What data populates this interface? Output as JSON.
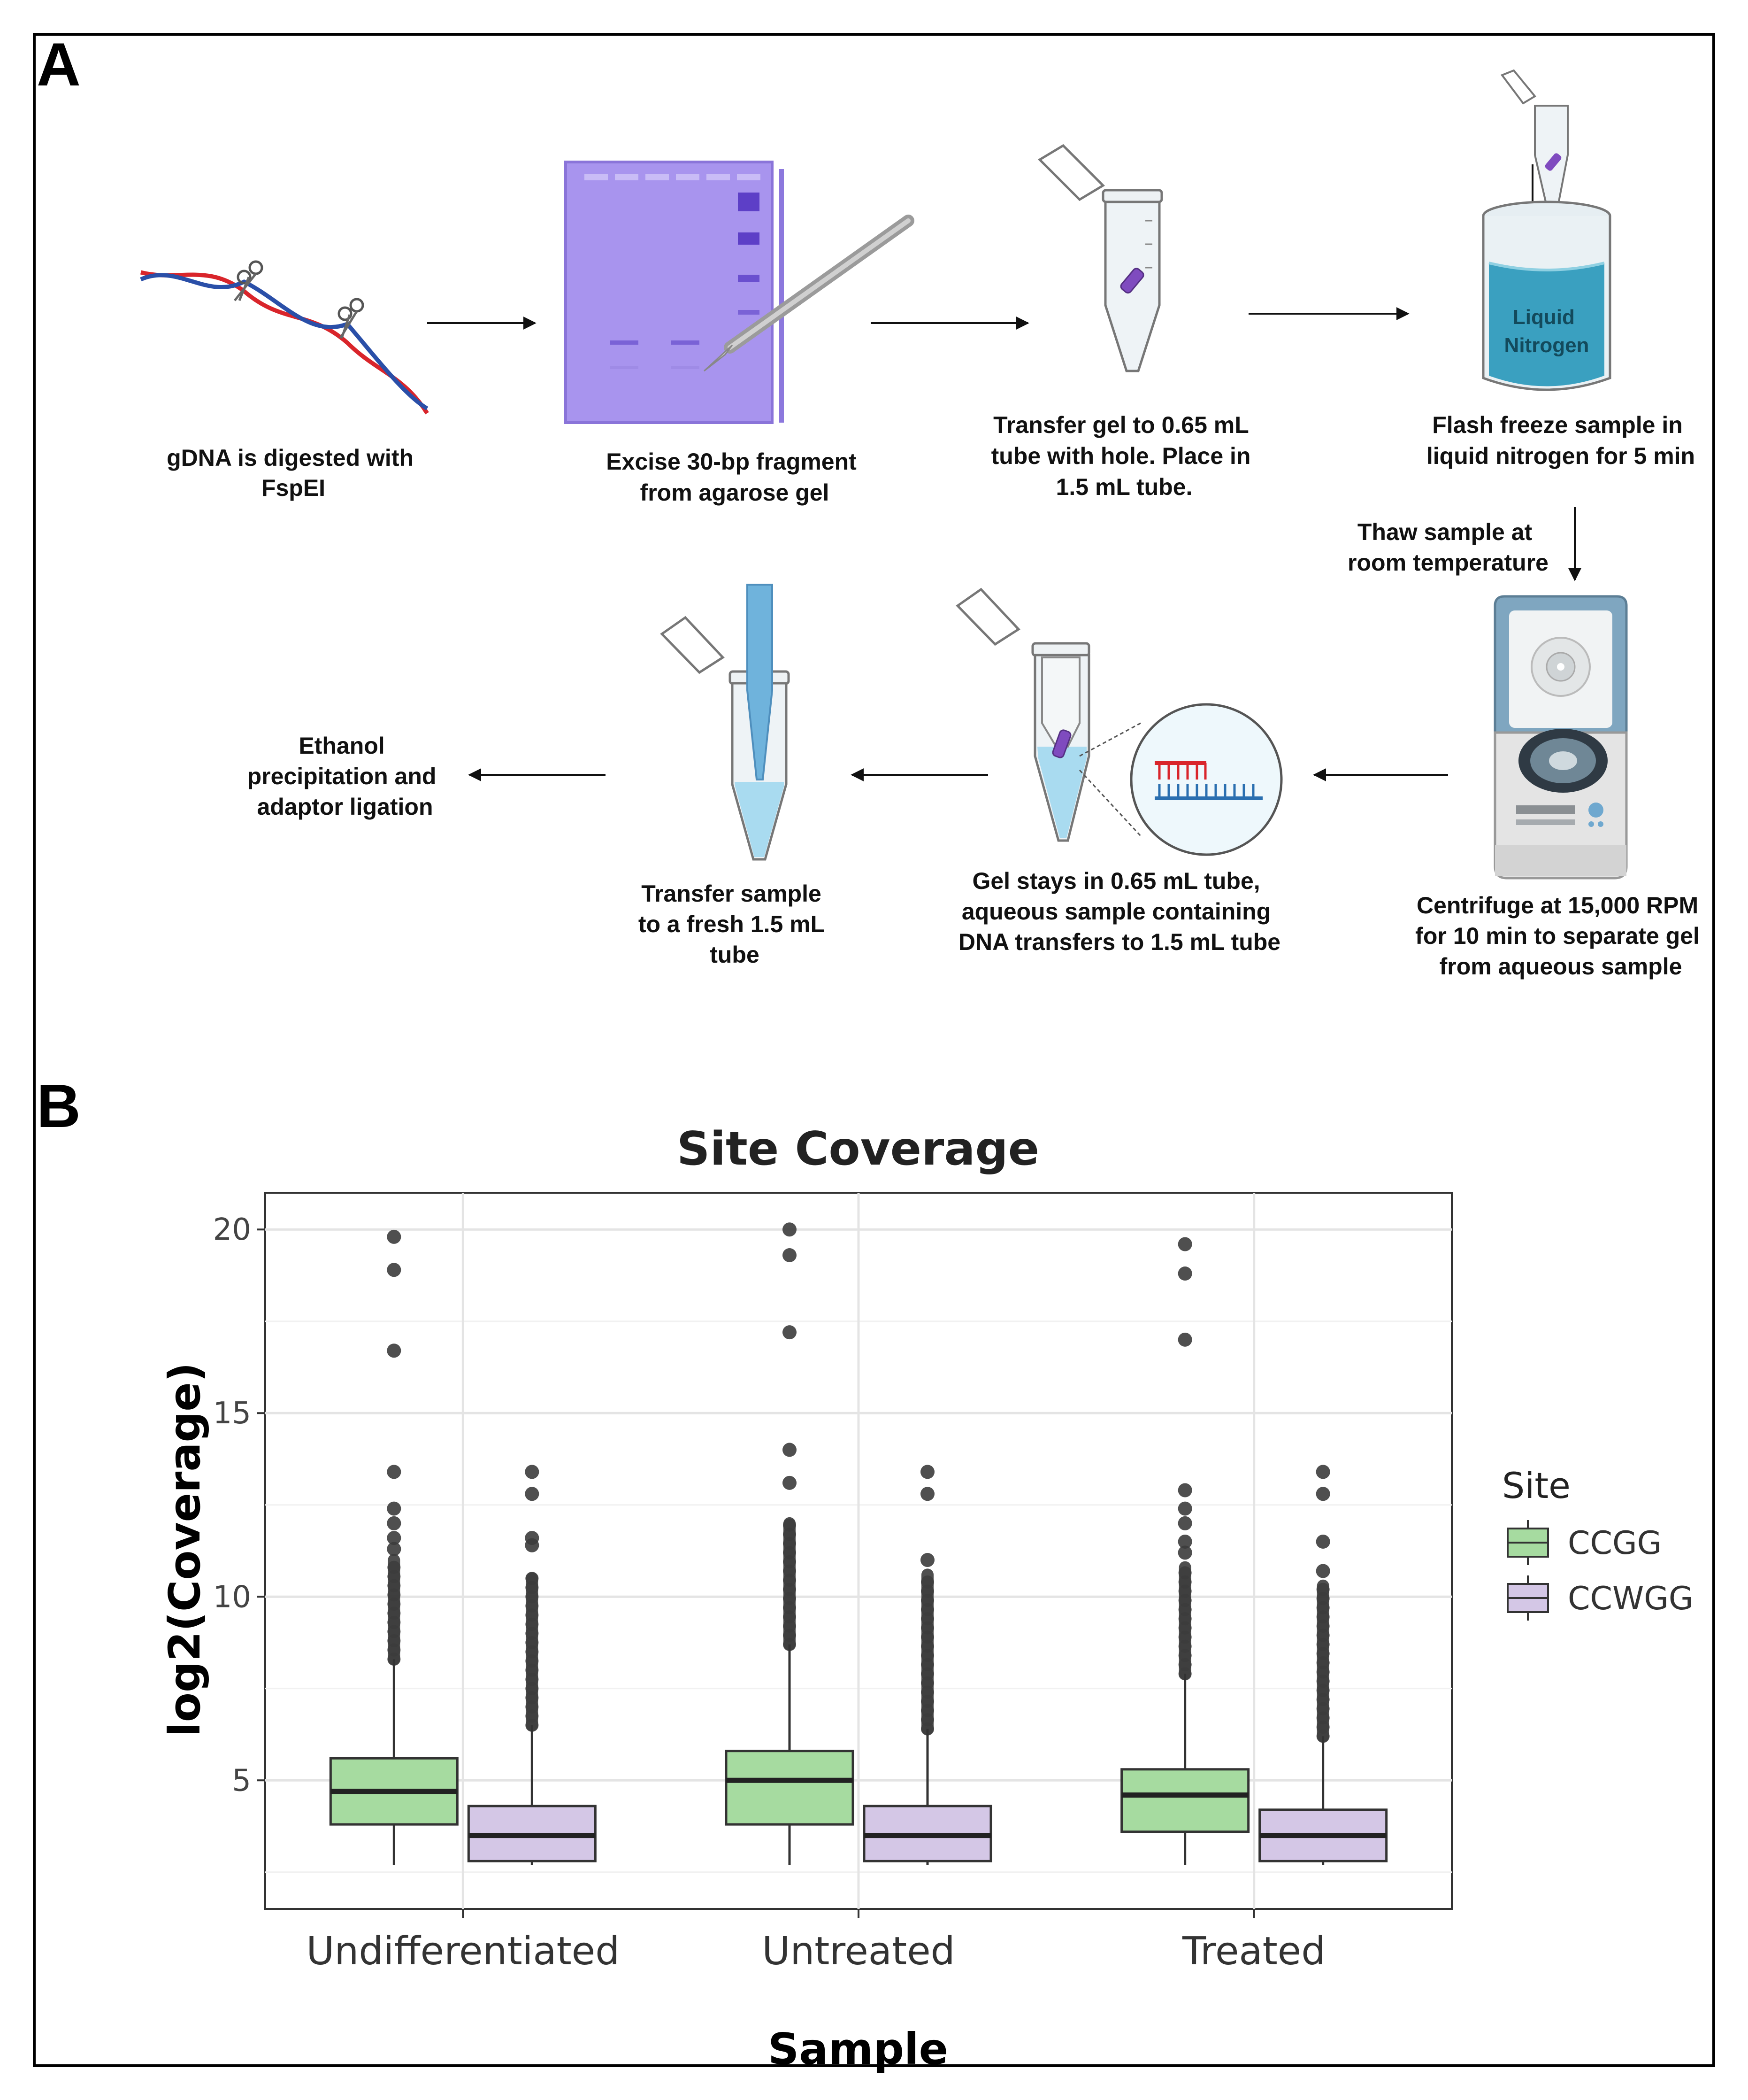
{
  "panel_a": {
    "label": "A",
    "steps": {
      "digest": [
        "gDNA is digested with",
        "FspEI"
      ],
      "excise": [
        "Excise 30-bp fragment",
        "from agarose gel"
      ],
      "transfer_gel": [
        "Transfer gel to 0.65 mL",
        "tube with hole. Place in",
        "1.5 mL tube."
      ],
      "flash_freeze": [
        "Flash freeze sample in",
        "liquid nitrogen for 5 min"
      ],
      "thaw": [
        "Thaw sample at",
        "room temperature"
      ],
      "centrifuge": [
        "Centrifuge at 15,000 RPM",
        "for 10 min to separate gel",
        "from aqueous sample"
      ],
      "gel_stays": [
        "Gel stays in 0.65 mL tube,",
        "aqueous sample containing",
        "DNA transfers to 1.5 mL tube"
      ],
      "transfer_sample": [
        "Transfer sample",
        "to a fresh 1.5 mL",
        "tube"
      ],
      "ethanol": [
        "Ethanol",
        "precipitation and",
        "adaptor ligation"
      ]
    },
    "liquid_nitrogen_label": [
      "Liquid",
      "Nitrogen"
    ]
  },
  "panel_b": {
    "label": "B",
    "chart_data": {
      "type": "box",
      "title": "Site Coverage",
      "xlabel": "Sample",
      "ylabel": "log2(Coverage)",
      "categories": [
        "Undifferentiated",
        "Untreated",
        "Treated"
      ],
      "ylim": [
        1.5,
        21
      ],
      "yticks": [
        5,
        10,
        15,
        20
      ],
      "grid": true,
      "legend": {
        "title": "Site",
        "placement": "right"
      },
      "series": [
        {
          "name": "CCGG",
          "color": "#a6dba0",
          "boxes": [
            {
              "whisker_low": 2.7,
              "q1": 3.8,
              "median": 4.7,
              "q3": 5.6,
              "whisker_high": 8.3,
              "outlier_dense": [
                8.3,
                11.0
              ],
              "outliers": [
                11.3,
                11.6,
                12.0,
                12.4,
                13.4,
                16.7,
                18.9,
                19.8
              ]
            },
            {
              "whisker_low": 2.7,
              "q1": 3.8,
              "median": 5.0,
              "q3": 5.8,
              "whisker_high": 8.7,
              "outlier_dense": [
                8.7,
                12.0
              ],
              "outliers": [
                13.1,
                14.0,
                17.2,
                19.3,
                20.0
              ]
            },
            {
              "whisker_low": 2.7,
              "q1": 3.6,
              "median": 4.6,
              "q3": 5.3,
              "whisker_high": 7.9,
              "outlier_dense": [
                7.9,
                10.8
              ],
              "outliers": [
                11.2,
                11.5,
                12.0,
                12.4,
                12.9,
                17.0,
                18.8,
                19.6
              ]
            }
          ]
        },
        {
          "name": "CCWGG",
          "color": "#d4c7e6",
          "boxes": [
            {
              "whisker_low": 2.7,
              "q1": 2.8,
              "median": 3.5,
              "q3": 4.3,
              "whisker_high": 6.5,
              "outlier_dense": [
                6.5,
                10.5
              ],
              "outliers": [
                11.4,
                11.6,
                12.8,
                13.4
              ]
            },
            {
              "whisker_low": 2.7,
              "q1": 2.8,
              "median": 3.5,
              "q3": 4.3,
              "whisker_high": 6.4,
              "outlier_dense": [
                6.4,
                10.6
              ],
              "outliers": [
                11.0,
                12.8,
                13.4
              ]
            },
            {
              "whisker_low": 2.7,
              "q1": 2.8,
              "median": 3.5,
              "q3": 4.2,
              "whisker_high": 6.2,
              "outlier_dense": [
                6.2,
                10.3
              ],
              "outliers": [
                10.7,
                11.5,
                12.8,
                13.4
              ]
            }
          ]
        }
      ]
    }
  }
}
